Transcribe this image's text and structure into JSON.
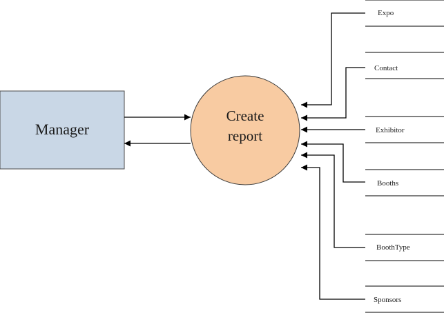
{
  "entity": {
    "label": "Manager",
    "fill": "#c9d7e6",
    "stroke": "#4a4a4a"
  },
  "process": {
    "line1": "Create",
    "line2": "report",
    "fill": "#f8cba2",
    "stroke": "#3a3a3a"
  },
  "stores": [
    {
      "label": "Expo"
    },
    {
      "label": "Contact"
    },
    {
      "label": "Exhibitor"
    },
    {
      "label": "Booths"
    },
    {
      "label": "BoothType"
    },
    {
      "label": "Sponsors"
    }
  ]
}
